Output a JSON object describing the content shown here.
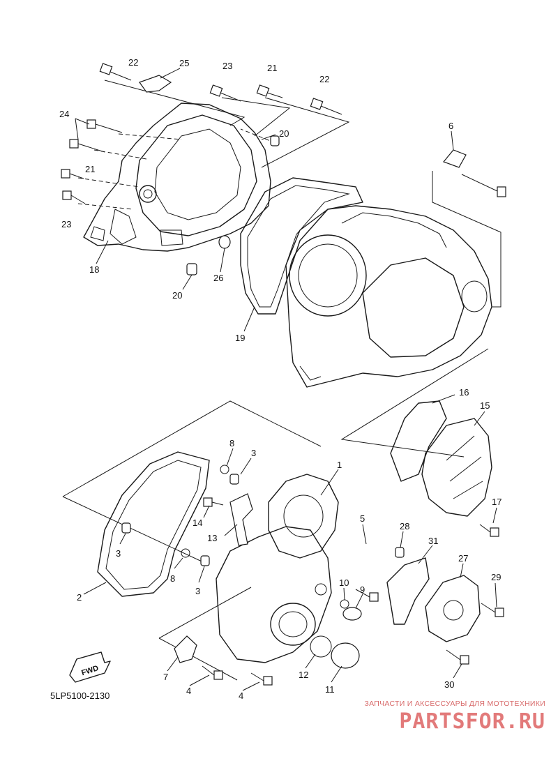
{
  "diagram_code": "5LP5100-2130",
  "fwd_label": "FWD",
  "watermark": {
    "tagline": "ЗАПЧАСТИ И АКСЕССУАРЫ ДЛЯ МОТОТЕХНИКИ",
    "logo": "PARTSFOR.RU"
  },
  "callouts": [
    "22",
    "25",
    "23",
    "21",
    "22",
    "24",
    "6",
    "20",
    "21",
    "23",
    "18",
    "26",
    "20",
    "19",
    "16",
    "15",
    "8",
    "3",
    "1",
    "14",
    "13",
    "5",
    "28",
    "31",
    "17",
    "3",
    "8",
    "3",
    "27",
    "10",
    "9",
    "29",
    "2",
    "7",
    "4",
    "12",
    "11",
    "4",
    "30"
  ]
}
